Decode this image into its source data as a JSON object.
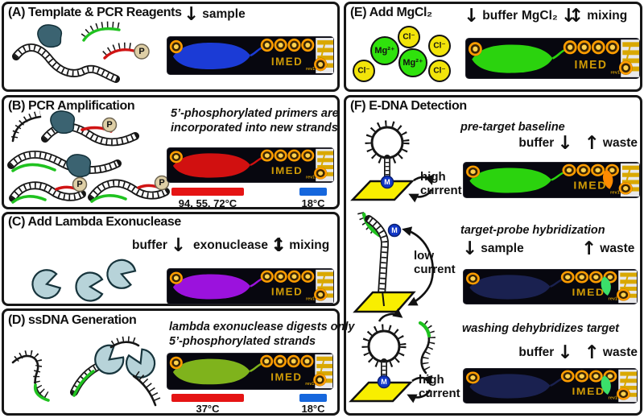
{
  "glyphs": {
    "p": "P",
    "m": "M"
  },
  "arrows": {
    "down": "↓",
    "up": "↑",
    "updown": "↕"
  },
  "chip": {
    "brand": "IMED",
    "rev": "rev1"
  },
  "colors": {
    "chamber_blue": "#1b3bd6",
    "chamber_red": "#d11010",
    "chamber_purple": "#9b12dd",
    "chamber_olive": "#7fb31c",
    "chamber_green": "#2bd30e",
    "chamber_dark": "#1a2150",
    "spot_orange": "#ff8a00",
    "spot_green": "#3be06a",
    "bar_hot": "#e51414",
    "bar_cold": "#1667dd",
    "electrode_yellow": "#f8ee00",
    "ion_green": "#2fe20c",
    "ion_yellow": "#f2e40a",
    "chip_gold": "#cf9a06"
  },
  "panel_a": {
    "title": "(A) Template & PCR Reagents",
    "sample": "sample"
  },
  "panel_b": {
    "title": "(B) PCR Amplification",
    "note1": "5’-phosphorylated primers are",
    "note2": "incorporated into new strands",
    "temp_hot": "94, 55, 72°C",
    "temp_cold": "18°C"
  },
  "panel_c": {
    "title": "(C) Add Lambda Exonuclease",
    "buffer": "buffer",
    "exonuclease": "exonuclease",
    "mixing": "mixing"
  },
  "panel_d": {
    "title": "(D) ssDNA Generation",
    "note1": "lambda exonuclease digests only",
    "note2": "5’-phosphorylated strands",
    "temp_hot": "37°C",
    "temp_cold": "18°C"
  },
  "panel_e": {
    "title": "(E) Add MgCl₂",
    "buffer": "buffer",
    "mgcl2": "MgCl₂",
    "mixing": "mixing",
    "ion_mg": "Mg²⁺",
    "ion_cl": "Cl⁻"
  },
  "panel_f": {
    "title": "(F) E-DNA Detection",
    "s1": {
      "caption": "pre-target baseline",
      "buffer": "buffer",
      "waste": "waste",
      "cur1": "high",
      "cur2": "current"
    },
    "s2": {
      "caption": "target-probe hybridization",
      "sample": "sample",
      "waste": "waste",
      "cur1": "low",
      "cur2": "current"
    },
    "s3": {
      "caption": "washing dehybridizes target",
      "buffer": "buffer",
      "waste": "waste",
      "cur1": "high",
      "cur2": "current"
    }
  }
}
